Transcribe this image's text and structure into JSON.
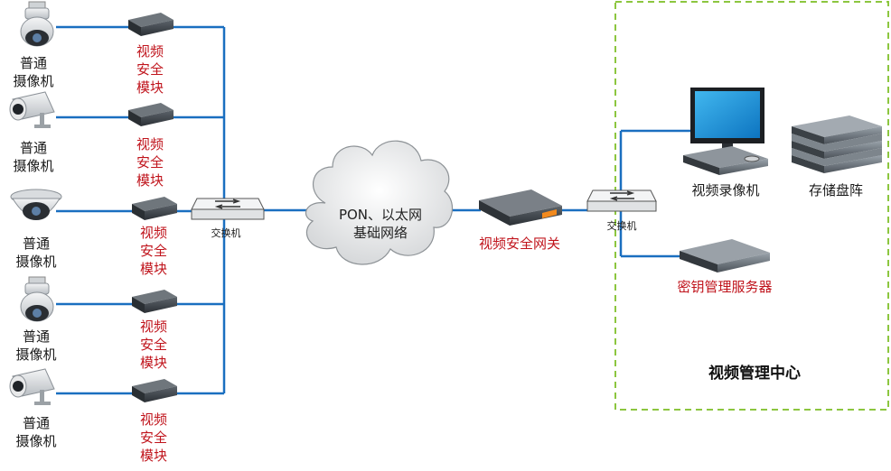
{
  "cameras": [
    {
      "label1": "普通",
      "label2": "摄像机",
      "icon": "ptz-dome-camera-icon"
    },
    {
      "label1": "普通",
      "label2": "摄像机",
      "icon": "bullet-camera-icon"
    },
    {
      "label1": "普通",
      "label2": "摄像机",
      "icon": "dome-camera-icon"
    },
    {
      "label1": "普通",
      "label2": "摄像机",
      "icon": "ptz-dome-camera-icon"
    },
    {
      "label1": "普通",
      "label2": "摄像机",
      "icon": "bullet-camera-icon"
    }
  ],
  "modules": [
    {
      "line1": "视频",
      "line2": "安全",
      "line3": "模块"
    },
    {
      "line1": "视频",
      "line2": "安全",
      "line3": "模块"
    },
    {
      "line1": "视频",
      "line2": "安全",
      "line3": "模块"
    },
    {
      "line1": "视频",
      "line2": "安全",
      "line3": "模块"
    },
    {
      "line1": "视频",
      "line2": "安全",
      "line3": "模块"
    }
  ],
  "switch_left": {
    "label": "交换机"
  },
  "switch_right": {
    "label": "交换机"
  },
  "network": {
    "line1": "PON、以太网",
    "line2": "基础网络"
  },
  "gateway": {
    "label": "视频安全网关"
  },
  "recorder": {
    "label": "视频录像机"
  },
  "storage": {
    "label": "存储盘阵"
  },
  "key_server": {
    "label": "密钥管理服务器"
  },
  "center": {
    "title": "视频管理中心"
  },
  "colors": {
    "link": "#1a6fc0",
    "center_border": "#8cc63f",
    "module_text": "#c0141c"
  }
}
